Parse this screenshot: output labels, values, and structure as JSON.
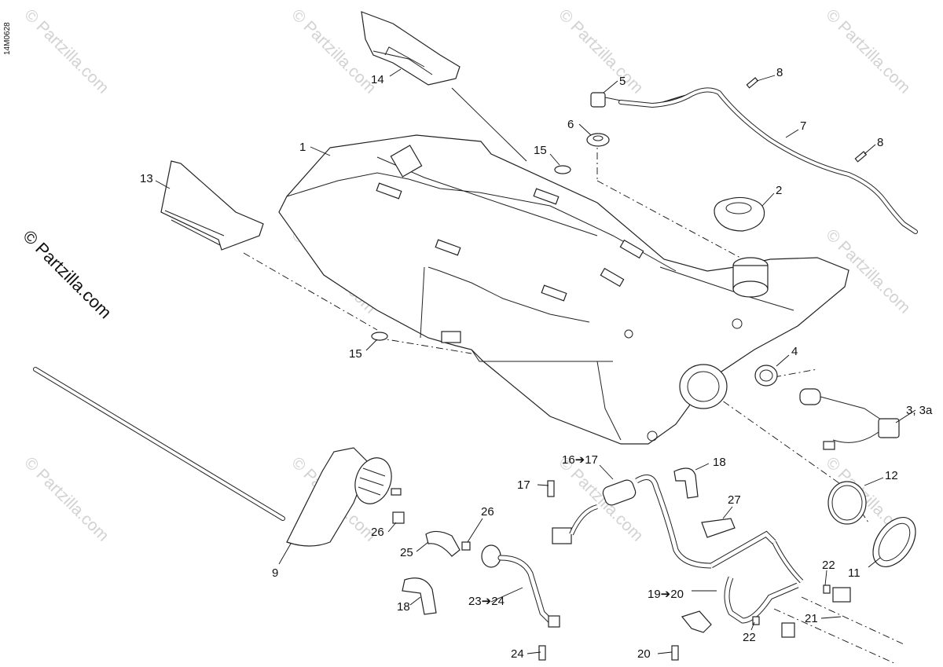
{
  "drawing_code": "14M0628",
  "watermark_text": "© Partzilla.com",
  "side_watermark_text": "© Partzilla.com",
  "callouts": {
    "c1": "1",
    "c2": "2",
    "c3": "3, 3a",
    "c4": "4",
    "c5": "5",
    "c6": "6",
    "c7": "7",
    "c8a": "8",
    "c8b": "8",
    "c9": "9",
    "c11": "11",
    "c12": "12",
    "c13": "13",
    "c14": "14",
    "c15a": "15",
    "c15b": "15",
    "c16": "16➔17",
    "c17": "17",
    "c18a": "18",
    "c18b": "18",
    "c19": "19➔20",
    "c20": "20",
    "c21": "21",
    "c22a": "22",
    "c22b": "22",
    "c23": "23➔24",
    "c24": "24",
    "c25": "25",
    "c26a": "26",
    "c26b": "26",
    "c27": "27"
  }
}
